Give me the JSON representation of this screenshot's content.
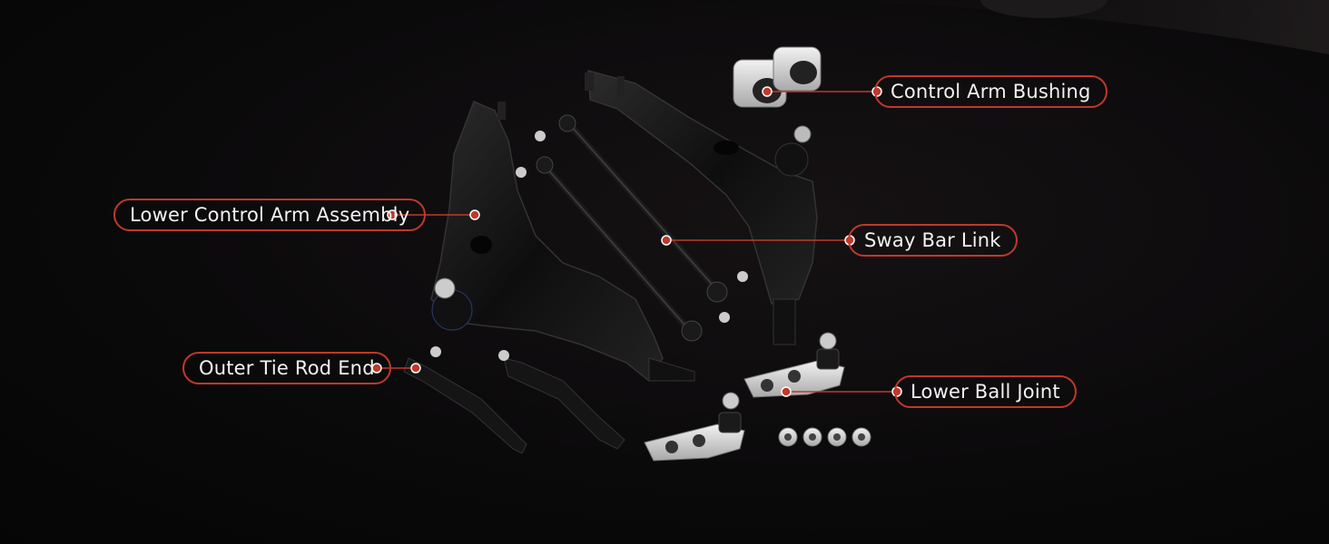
{
  "labels": {
    "control_arm_bushing": "Control Arm Bushing",
    "lower_control_arm_assembly": "Lower Control Arm Assembly",
    "sway_bar_link": "Sway Bar Link",
    "outer_tie_rod_end": "Outer Tie Rod End",
    "lower_ball_joint": "Lower Ball Joint"
  },
  "colors": {
    "background": "#0b0a0b",
    "accent": "#c0392b",
    "label_text": "#f2f2f2",
    "part_black": "#151515",
    "part_silver": "#d8d8d8"
  }
}
